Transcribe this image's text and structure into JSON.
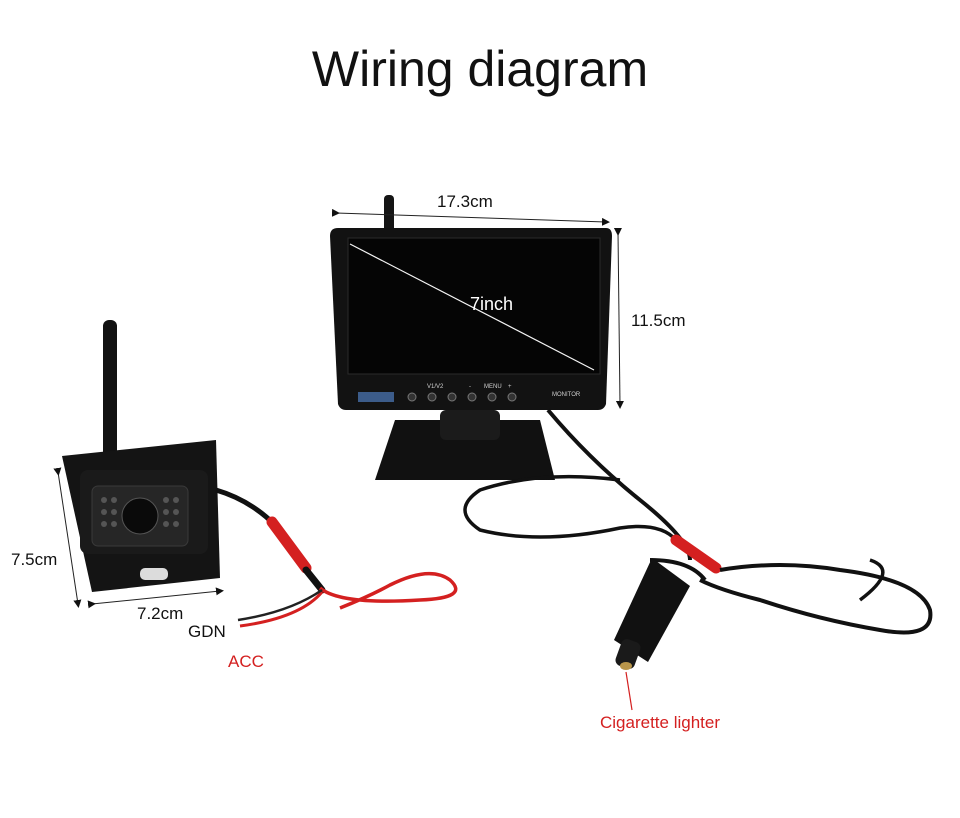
{
  "title": "Wiring diagram",
  "monitor": {
    "width_label": "17.3cm",
    "height_label": "11.5cm",
    "diagonal_label": "7inch",
    "brand_label": "MONITOR",
    "buttons": [
      "V1/V2",
      "",
      "-",
      "MENU",
      "+"
    ]
  },
  "camera": {
    "height_label": "7.5cm",
    "width_label": "7.2cm"
  },
  "wires": {
    "ground_label": "GDN",
    "acc_label": "ACC"
  },
  "power": {
    "label": "Cigarette lighter"
  },
  "colors": {
    "wire_red": "#d42020",
    "device_black": "#111111",
    "label_red": "#d42020"
  }
}
